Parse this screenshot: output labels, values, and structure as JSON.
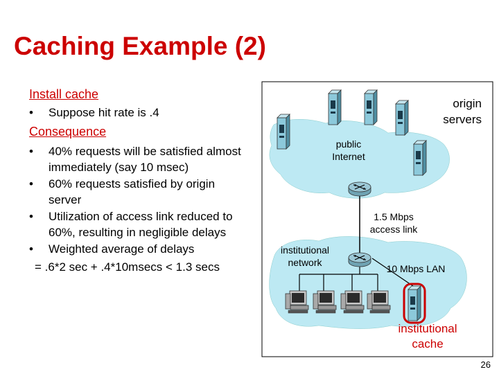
{
  "slide": {
    "title": "Caching Example (2)",
    "page_number": "26"
  },
  "left": {
    "install_heading": "Install cache",
    "install_bullet": "Suppose hit rate is .4",
    "consequence_heading": "Consequence",
    "bullets": [
      [
        "40% requests will be satisfied almost",
        "immediately (say 10 msec)"
      ],
      [
        "60% requests satisfied by origin",
        "server"
      ],
      [
        "Utilization of access link reduced to",
        "60%, resulting in negligible delays"
      ],
      [
        "Weighted average of delays"
      ]
    ],
    "formula": "= .6*2 sec + .4*10msecs < 1.3 secs",
    "bullet_char": "•"
  },
  "diagram": {
    "origin_servers_line1": "origin",
    "origin_servers_line2": "servers",
    "public_internet_line1": "public",
    "public_internet_line2": "Internet",
    "access_link_line1": "1.5 Mbps",
    "access_link_line2": "access link",
    "institutional_network_line1": "institutional",
    "institutional_network_line2": "network",
    "lan_label": "10 Mbps LAN",
    "cache_label_line1": "institutional",
    "cache_label_line2": "cache",
    "colors": {
      "cloud": "#bde9f3",
      "cache_highlight": "#cc0000",
      "red_text": "#cc0000",
      "server": "#7fc3d6"
    }
  }
}
